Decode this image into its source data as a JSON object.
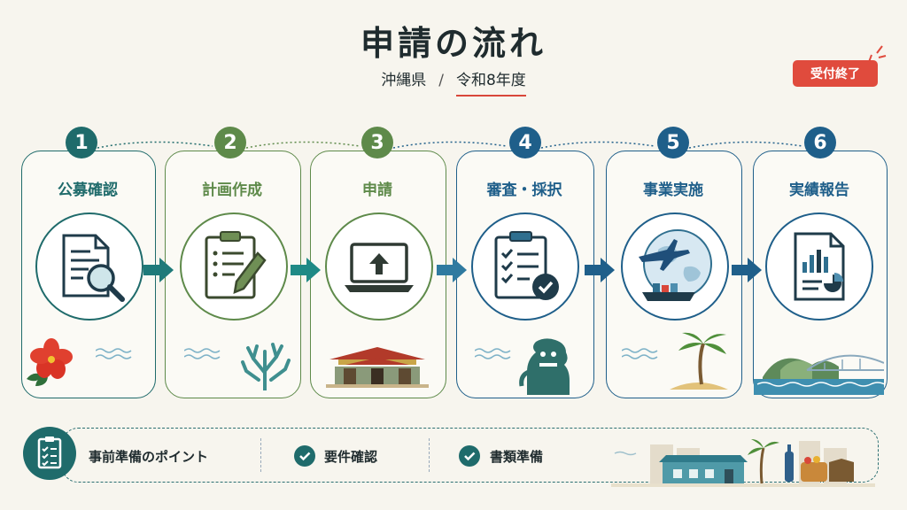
{
  "title": "申請の流れ",
  "subtitle": {
    "prefecture": "沖縄県",
    "separator": "/",
    "year": "令和8年度"
  },
  "badge": "受付終了",
  "steps": [
    {
      "num": "1",
      "label": "公募確認",
      "color": "#1f6b6b"
    },
    {
      "num": "2",
      "label": "計画作成",
      "color": "#5e8a4a"
    },
    {
      "num": "3",
      "label": "申請",
      "color": "#5e8a4a"
    },
    {
      "num": "4",
      "label": "審査・採択",
      "color": "#1f5f8a"
    },
    {
      "num": "5",
      "label": "事業実施",
      "color": "#1f5f8a"
    },
    {
      "num": "6",
      "label": "実績報告",
      "color": "#1f5f8a"
    }
  ],
  "bottom": {
    "heading": "事前準備のポイント",
    "item1": "要件確認",
    "item2": "書類準備"
  },
  "icons": [
    "document-search-icon",
    "clipboard-pencil-icon",
    "laptop-upload-icon",
    "clipboard-check-icon",
    "globe-plane-ship-icon",
    "report-chart-icon",
    "hibiscus-icon",
    "coral-icon",
    "shurei-gate-icon",
    "shisa-icon",
    "palm-island-icon",
    "bridge-island-icon",
    "checklist-icon",
    "check-icon",
    "town-illustration"
  ]
}
